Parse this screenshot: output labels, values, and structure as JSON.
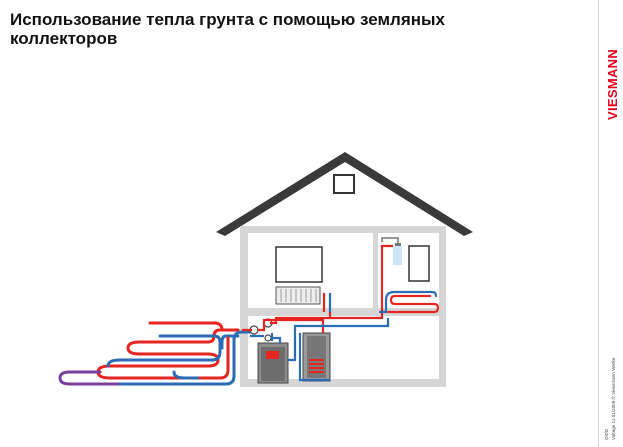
{
  "title": {
    "line1": "Использование тепла грунта с помощью земляных",
    "line2": "коллекторов"
  },
  "brand": {
    "name": "VIESMANN",
    "color": "#e2001a"
  },
  "footer": {
    "line1": "Voltage 11  01/2009  © Viessmann Werke",
    "line2": "Ort/G"
  },
  "colors": {
    "supply_pipe": "#e52521",
    "return_pipe": "#2a6db5",
    "collector_transition": "#7a3f9a",
    "house_outline": "#333333",
    "house_fill": "#d6d6d6"
  },
  "icons": {
    "heat_pump": "heat-pump-unit-icon",
    "storage_tank": "hot-water-tank-icon",
    "radiator": "radiator-icon",
    "shower": "shower-icon",
    "underfloor": "underfloor-heating-icon",
    "collector": "ground-collector-icon"
  }
}
